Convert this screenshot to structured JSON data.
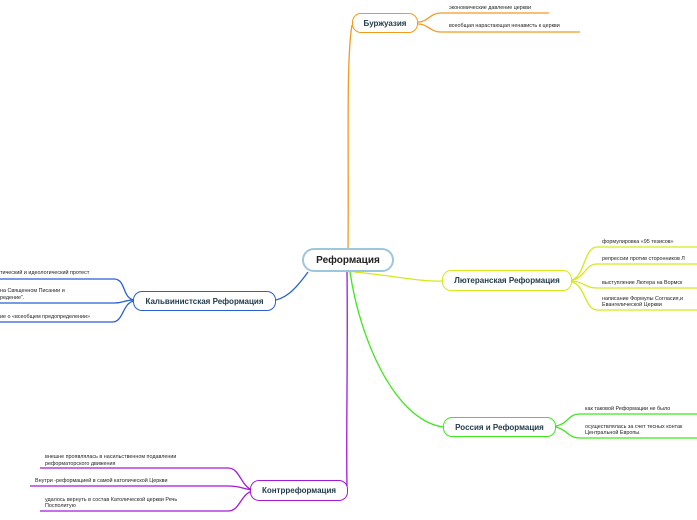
{
  "root": {
    "label": "Реформация"
  },
  "colors": {
    "bourgeoisie": "#f39a1e",
    "lutheran": "#d6e81c",
    "russia": "#3ee71c",
    "counter": "#a21ad6",
    "calvinist": "#2a5fd3",
    "root_border": "#9ec6dc"
  },
  "branches": {
    "bourgeoisie": {
      "label": "Буржуазия",
      "leaves": [
        "экономические давление церкви",
        "всеобщая нарастающая ненависть к церкви"
      ]
    },
    "lutheran": {
      "label": "Лютеранская Реформация",
      "leaves": [
        "формулировка «95 тезисов»",
        "репрессии против сторонников Л",
        "выступление Лютера на Вормск",
        "написание Формулы Согласия,и",
        "Евангелической Церкви"
      ]
    },
    "russia": {
      "label": "Россия и Реформация",
      "leaves": [
        "как таковой Реформации не было",
        "осуществлялась за счет тесных контак",
        "Центральной Европы."
      ]
    },
    "counter": {
      "label": "Контрреформация",
      "leaves": [
        "внешне  проявлялась в насильственном подавлении",
        "реформаторского движения",
        "Внутри -реформацией в самой католической Церкви",
        "удалось вернуть в состав Католической церкви Речь",
        "Посполитую"
      ]
    },
    "calvinist": {
      "label": "Кальвинистская Реформация",
      "leaves": [
        "тический и идеологический протест",
        "на Священном Писании и",
        "редение\".",
        "ие о «всеобщем предопределении»"
      ]
    }
  }
}
